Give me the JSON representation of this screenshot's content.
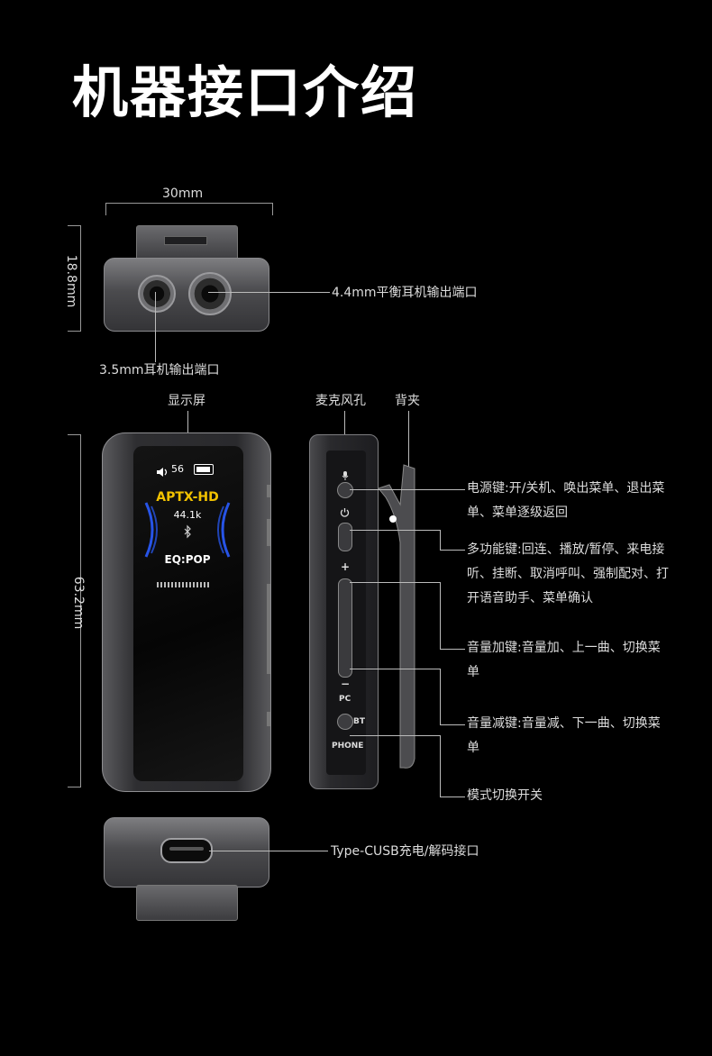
{
  "title": "机器接口介绍",
  "dimensions": {
    "width": "30mm",
    "height_top": "18.8mm",
    "height_front": "63.2mm"
  },
  "ports": {
    "balanced_44": "4.4mm平衡耳机输出端口",
    "jack_35": "3.5mm耳机输出端口",
    "typec": "Type-CUSB充电/解码接口"
  },
  "front_labels": {
    "display": "显示屏",
    "mic": "麦克风孔",
    "clip": "背夹"
  },
  "screen": {
    "volume_value": "56",
    "codec": "APTX-HD",
    "sample_rate": "44.1k",
    "eq": "EQ:POP"
  },
  "side_markings": {
    "plus": "+",
    "minus": "−",
    "pc": "PC",
    "bt": "BT",
    "phone": "PHONE"
  },
  "features": {
    "power": "电源键:开/关机、唤出菜单、退出菜单、菜单逐级返回",
    "multi": "多功能键:回连、播放/暂停、来电接听、挂断、取消呼叫、强制配对、打开语音助手、菜单确认",
    "vol_up": "音量加键:音量加、上一曲、切换菜单",
    "vol_down": "音量减键:音量减、下一曲、切换菜单",
    "mode": "模式切换开关"
  },
  "colors": {
    "background": "#000000",
    "codec_text": "#f2c200",
    "eq_wave": "#2a5cff"
  },
  "icons": [
    "speaker-icon",
    "battery-icon",
    "bluetooth-icon",
    "mic-icon",
    "power-icon"
  ]
}
